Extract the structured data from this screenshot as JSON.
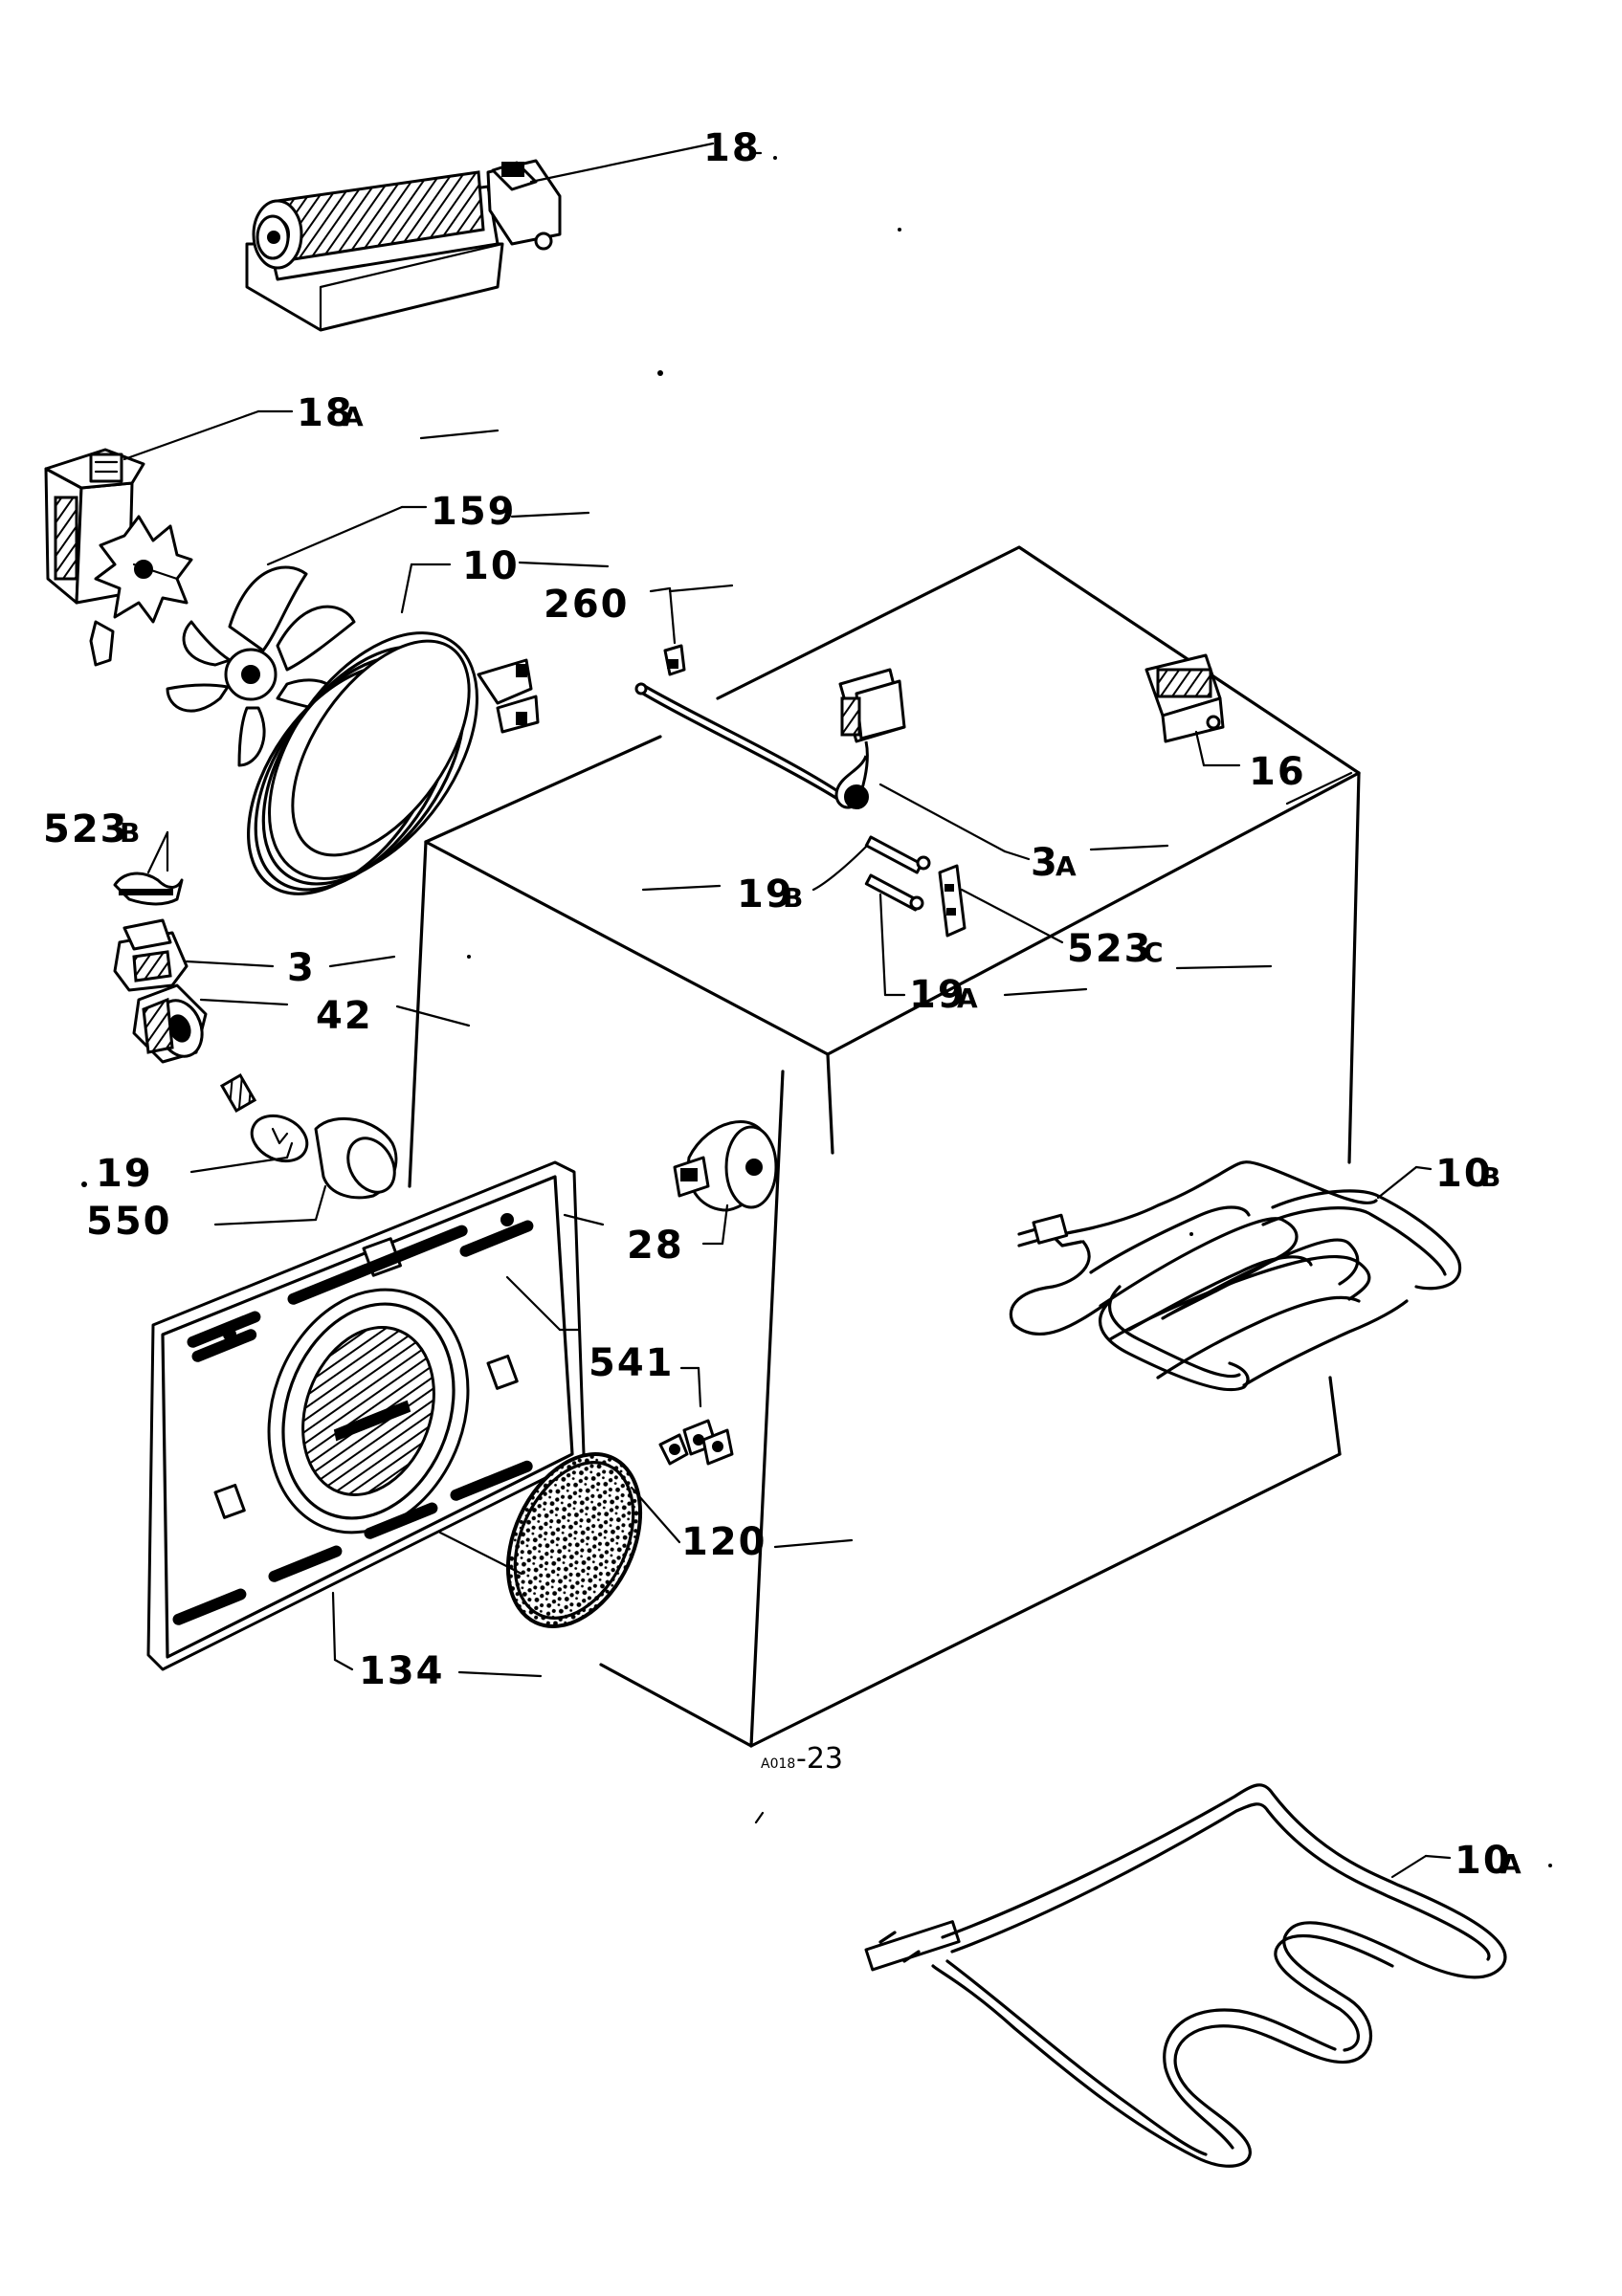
{
  "callouts": {
    "c18": "18",
    "c18a": "18",
    "c18a_suffix": "A",
    "c159": "159",
    "c10": "10",
    "c260": "260",
    "c16": "16",
    "c523b": "523",
    "c523b_suffix": "B",
    "c3a": "3",
    "c3a_suffix": "A",
    "c19b": "19",
    "c19b_suffix": "B",
    "c523c": "523",
    "c523c_suffix": "C",
    "c3": "3",
    "c42": "42",
    "c19a": "19",
    "c19a_suffix": "A",
    "c19": "19",
    "c550": "550",
    "c28": "28",
    "c10b": "10",
    "c10b_suffix": "B",
    "c541": "541",
    "c120": "120",
    "c134": "134",
    "c10a": "10",
    "c10a_suffix": "A"
  },
  "drawing_code": {
    "prefix": "A018",
    "number": "-23"
  }
}
